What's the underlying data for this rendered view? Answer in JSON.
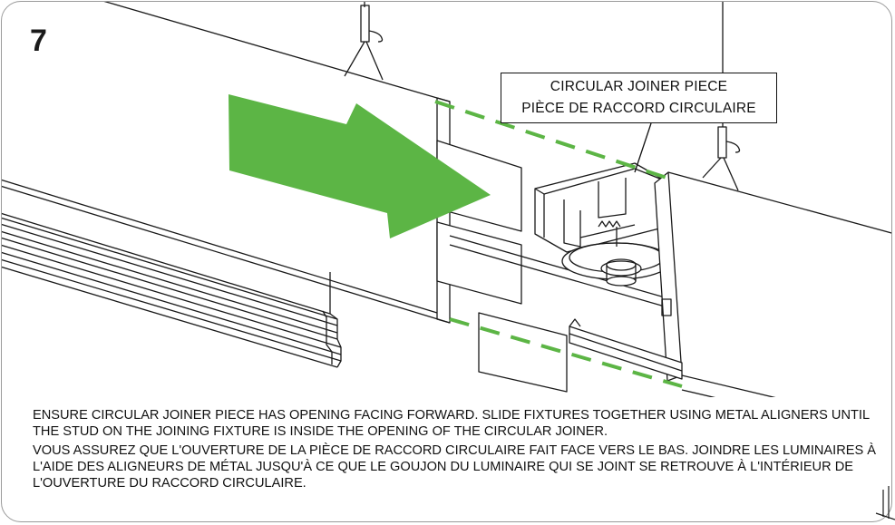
{
  "step": {
    "number": "7"
  },
  "callout": {
    "line_en": "CIRCULAR JOINER PIECE",
    "line_fr": "PIÈCE DE RACCORD CIRCULAIRE"
  },
  "instructions": {
    "en": "ENSURE CIRCULAR JOINER PIECE HAS OPENING FACING FORWARD. SLIDE FIXTURES TOGETHER USING METAL ALIGNERS UNTIL THE STUD ON THE JOINING FIXTURE IS INSIDE THE OPENING OF THE CIRCULAR JOINER.",
    "fr": "VOUS ASSUREZ QUE L'OUVERTURE DE LA PIÈCE DE RACCORD CIRCULAIRE FAIT FACE VERS LE BAS. JOINDRE LES LUMINAIRES À L'AIDE DES ALIGNEURS DE MÉTAL JUSQU'À CE QUE LE GOUJON DU LUMINAIRE QUI SE JOINT SE RETROUVE À L'INTÉRIEUR DE L'OUVERTURE DU RACCORD CIRCULAIRE."
  },
  "colors": {
    "arrow": "#5cb545",
    "dashes": "#5cb545",
    "line": "#1a1a1a"
  },
  "icons": {
    "direction_arrow": "green-arrow-icon"
  }
}
